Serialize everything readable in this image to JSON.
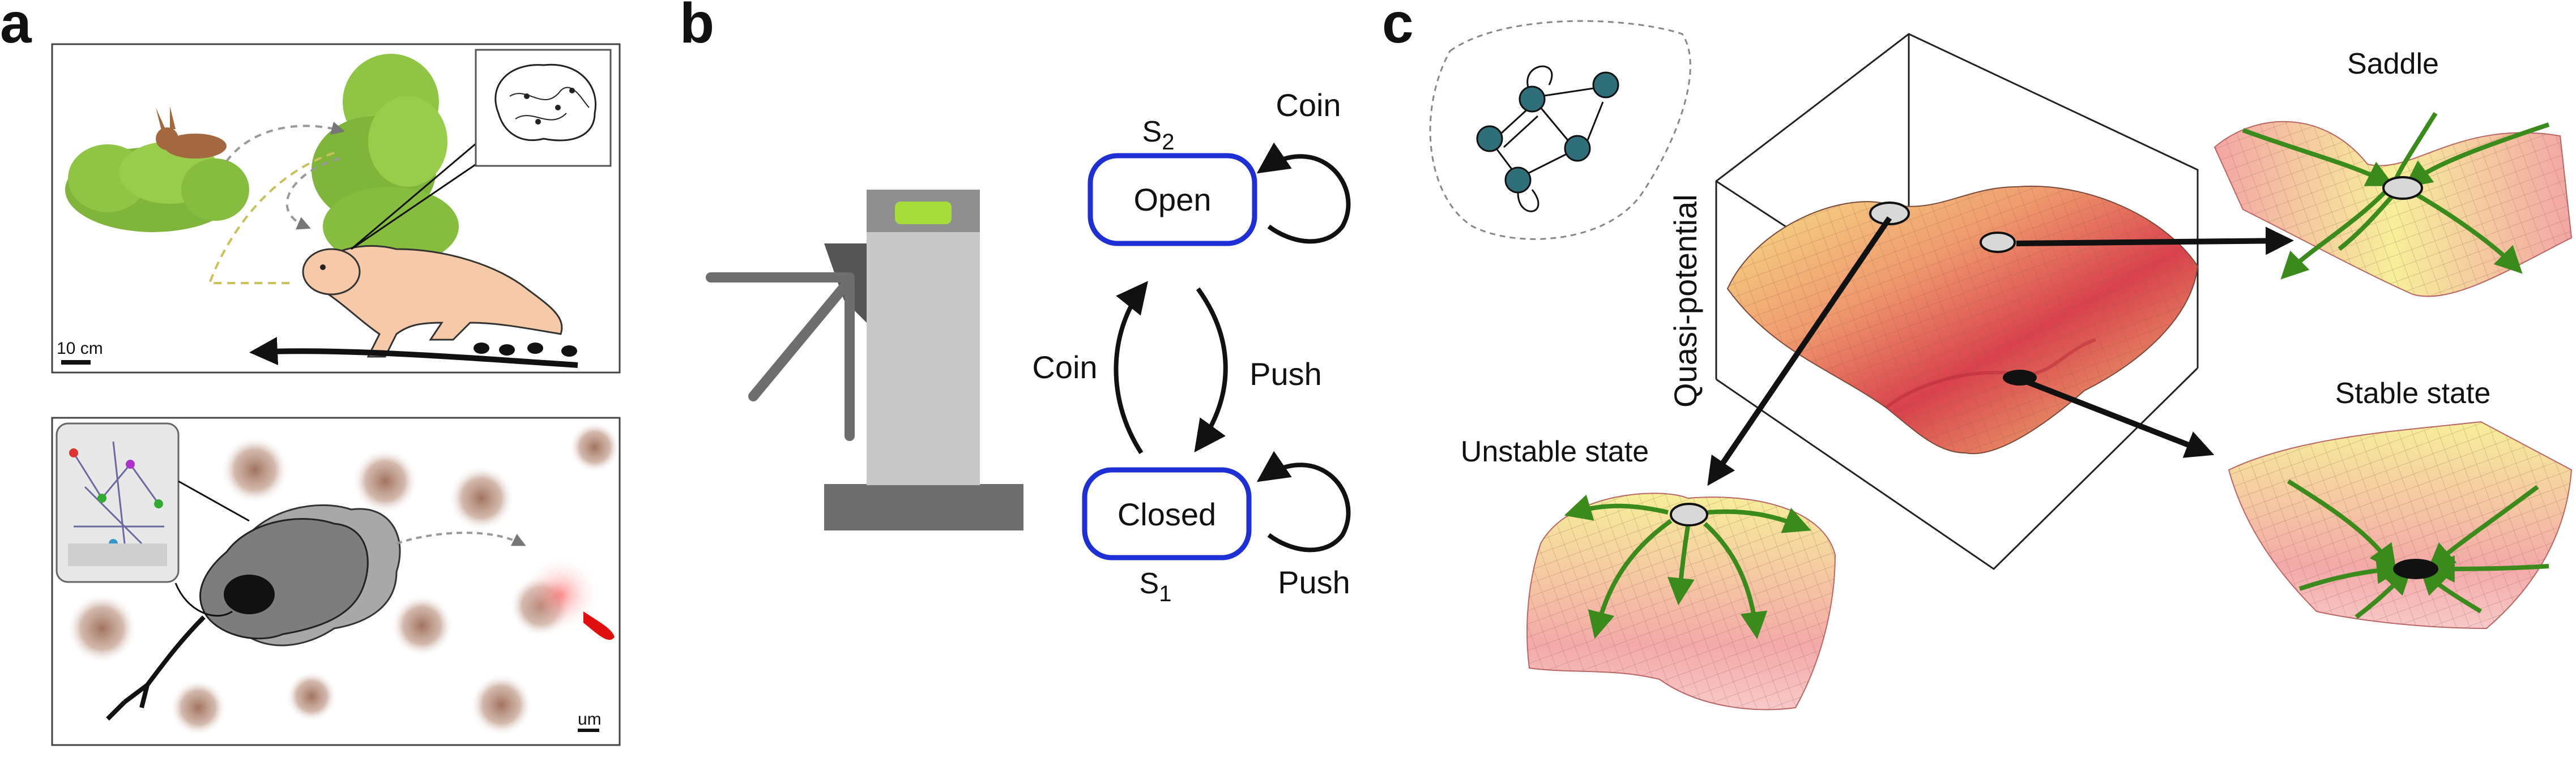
{
  "panels": {
    "a": {
      "label": "a",
      "top_scale": "10 cm",
      "bottom_scale": "um"
    },
    "b": {
      "label": "b",
      "states": [
        {
          "id": "open",
          "name": "Open",
          "symbol": "S",
          "subscript": "2",
          "self_loop": "Coin"
        },
        {
          "id": "closed",
          "name": "Closed",
          "symbol": "S",
          "subscript": "1",
          "self_loop": "Push"
        }
      ],
      "transitions": {
        "closed_to_open": "Coin",
        "open_to_closed": "Push"
      }
    },
    "c": {
      "label": "c",
      "axis_label": "Quasi-potential",
      "callouts": {
        "saddle": "Saddle",
        "stable": "Stable state",
        "unstable": "Unstable state"
      }
    }
  },
  "colors": {
    "state_border": "#1f2fd6",
    "node_fill": "#2f6f7a",
    "flow_green": "#3a8a1c",
    "turnstile_gray": "#c8c8c8",
    "turnstile_dark": "#6e6e6e",
    "turnstile_light": "#a6dd3a",
    "animal_skin": "#f6c9a8",
    "bush_green": "#7fb53a",
    "cell_gray": "#7d7d7d",
    "blob_brown": "#9c6b55",
    "target_red": "#e01010"
  }
}
